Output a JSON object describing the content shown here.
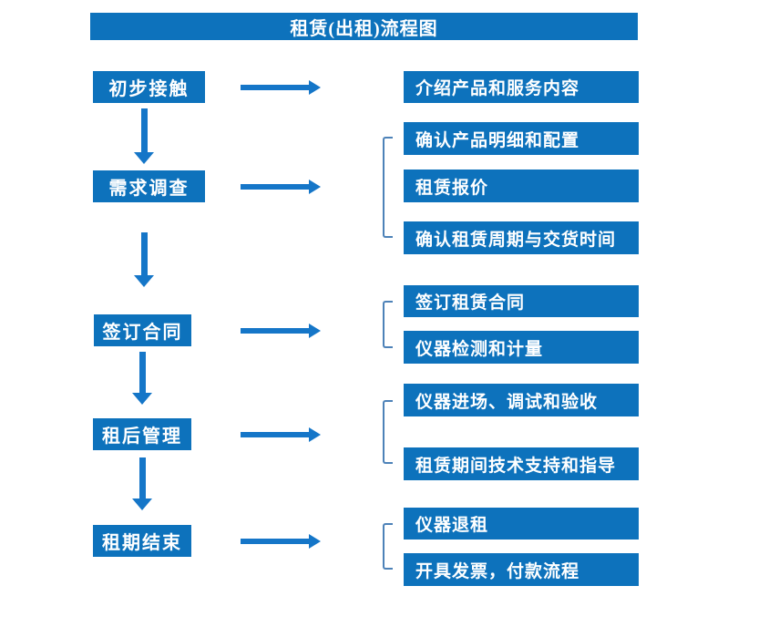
{
  "title": "租赁(出租)流程图",
  "colors": {
    "primary": "#0d72bc",
    "arrow": "#1576c8",
    "bracket": "#4d82b8",
    "text": "#ffffff",
    "bg": "#ffffff"
  },
  "steps": [
    {
      "label": "初步接触",
      "outputs": [
        "介绍产品和服务内容"
      ]
    },
    {
      "label": "需求调查",
      "outputs": [
        "确认产品明细和配置",
        "租赁报价",
        "确认租赁周期与交货时间"
      ]
    },
    {
      "label": "签订合同",
      "outputs": [
        "签订租赁合同",
        "仪器检测和计量"
      ]
    },
    {
      "label": "租后管理",
      "outputs": [
        "仪器进场、调试和验收",
        "租赁期间技术支持和指导"
      ]
    },
    {
      "label": "租期结束",
      "outputs": [
        "仪器退租",
        "开具发票，付款流程"
      ]
    }
  ]
}
